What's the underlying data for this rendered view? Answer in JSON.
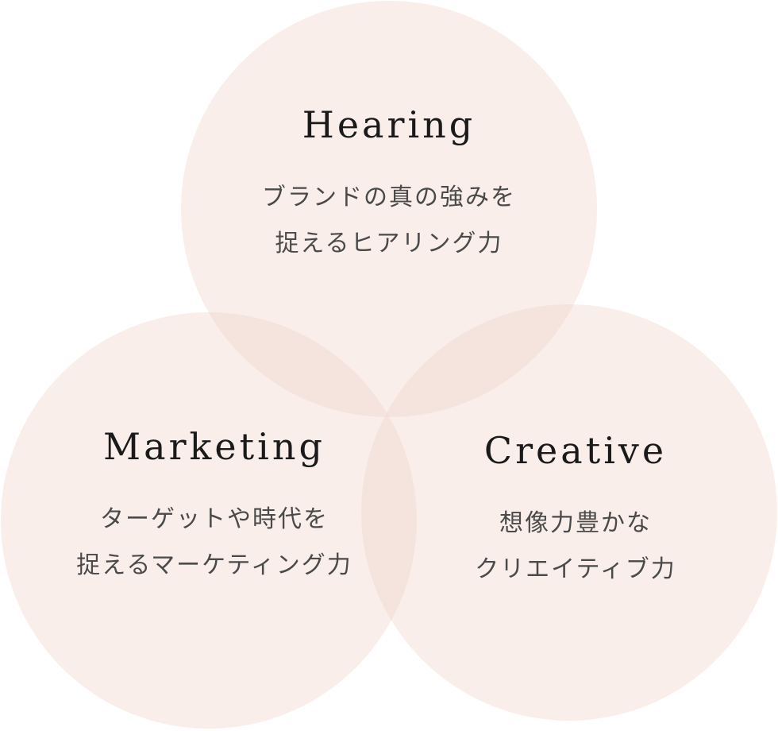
{
  "colors": {
    "circle_fill": "#f1d6cd",
    "title_text": "#1a1a1a",
    "desc_text": "#4a4a4a"
  },
  "circles": [
    {
      "id": "hearing",
      "title": "Hearing",
      "desc_lines": [
        "ブランドの真の強みを",
        "捉えるヒアリング力"
      ]
    },
    {
      "id": "marketing",
      "title": "Marketing",
      "desc_lines": [
        "ターゲットや時代を",
        "捉えるマーケティング力"
      ]
    },
    {
      "id": "creative",
      "title": "Creative",
      "desc_lines": [
        "想像力豊かな",
        "クリエイティブ力"
      ]
    }
  ]
}
